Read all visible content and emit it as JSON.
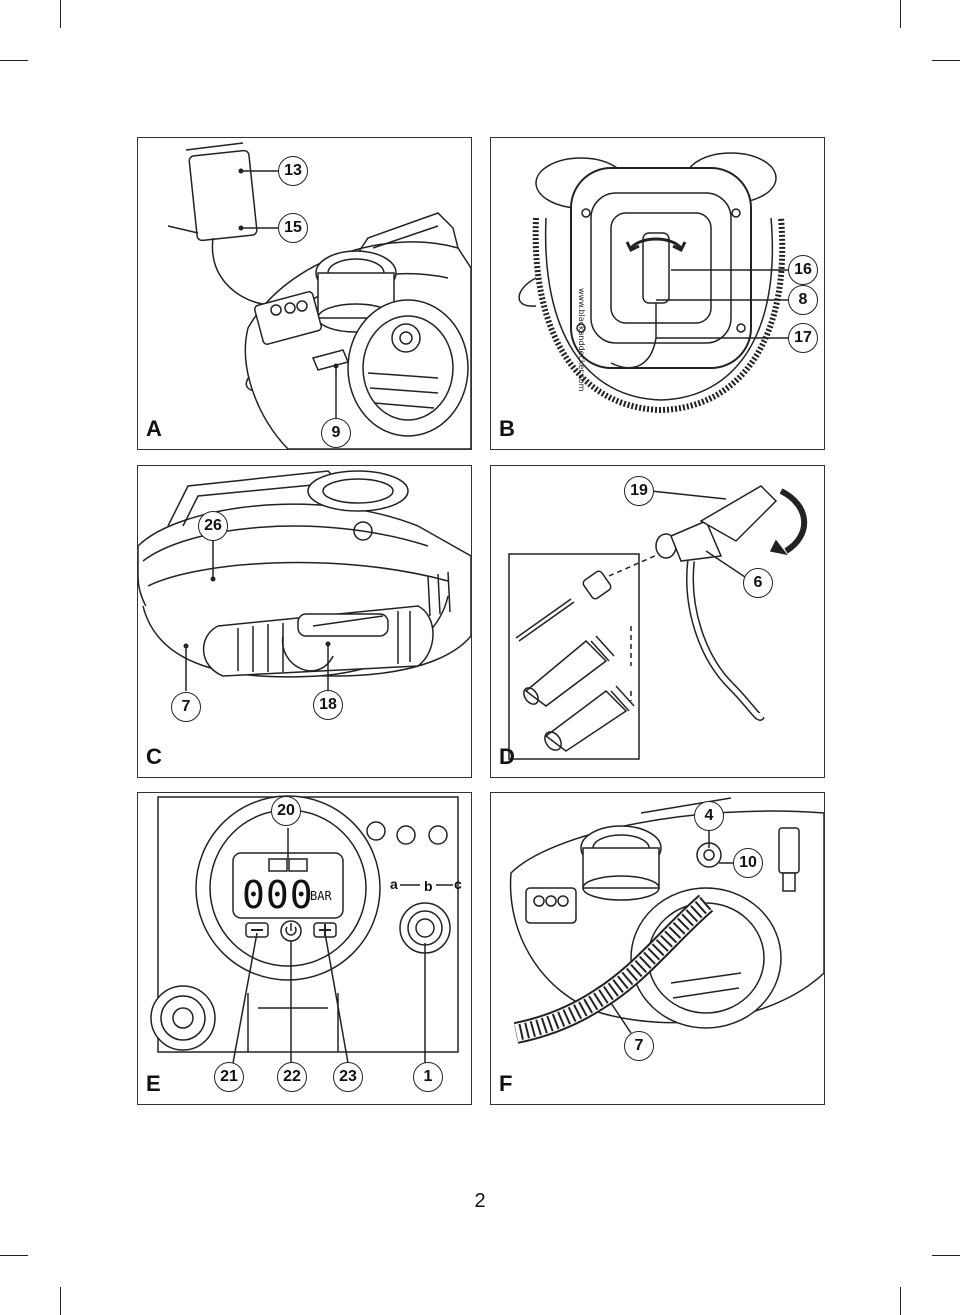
{
  "page_number": "2",
  "panels": {
    "A": {
      "letter": "A",
      "callouts": [
        "13",
        "15",
        "9"
      ]
    },
    "B": {
      "letter": "B",
      "callouts": [
        "16",
        "8",
        "17"
      ],
      "rim_text": "www.blackanddecker.com"
    },
    "C": {
      "letter": "C",
      "callouts": [
        "26",
        "7",
        "18"
      ]
    },
    "D": {
      "letter": "D",
      "callouts": [
        "19",
        "6"
      ]
    },
    "E": {
      "letter": "E",
      "callouts": [
        "20",
        "21",
        "22",
        "23",
        "1"
      ],
      "display_digits": "000",
      "display_unit": "BAR",
      "mode_a": "a",
      "mode_b": "b",
      "mode_c": "c"
    },
    "F": {
      "letter": "F",
      "callouts": [
        "4",
        "10",
        "7"
      ]
    }
  },
  "icons": [
    "power-icon",
    "minus-icon",
    "plus-icon",
    "battery-icon",
    "fan-icon",
    "rotate-arrow-icon"
  ]
}
